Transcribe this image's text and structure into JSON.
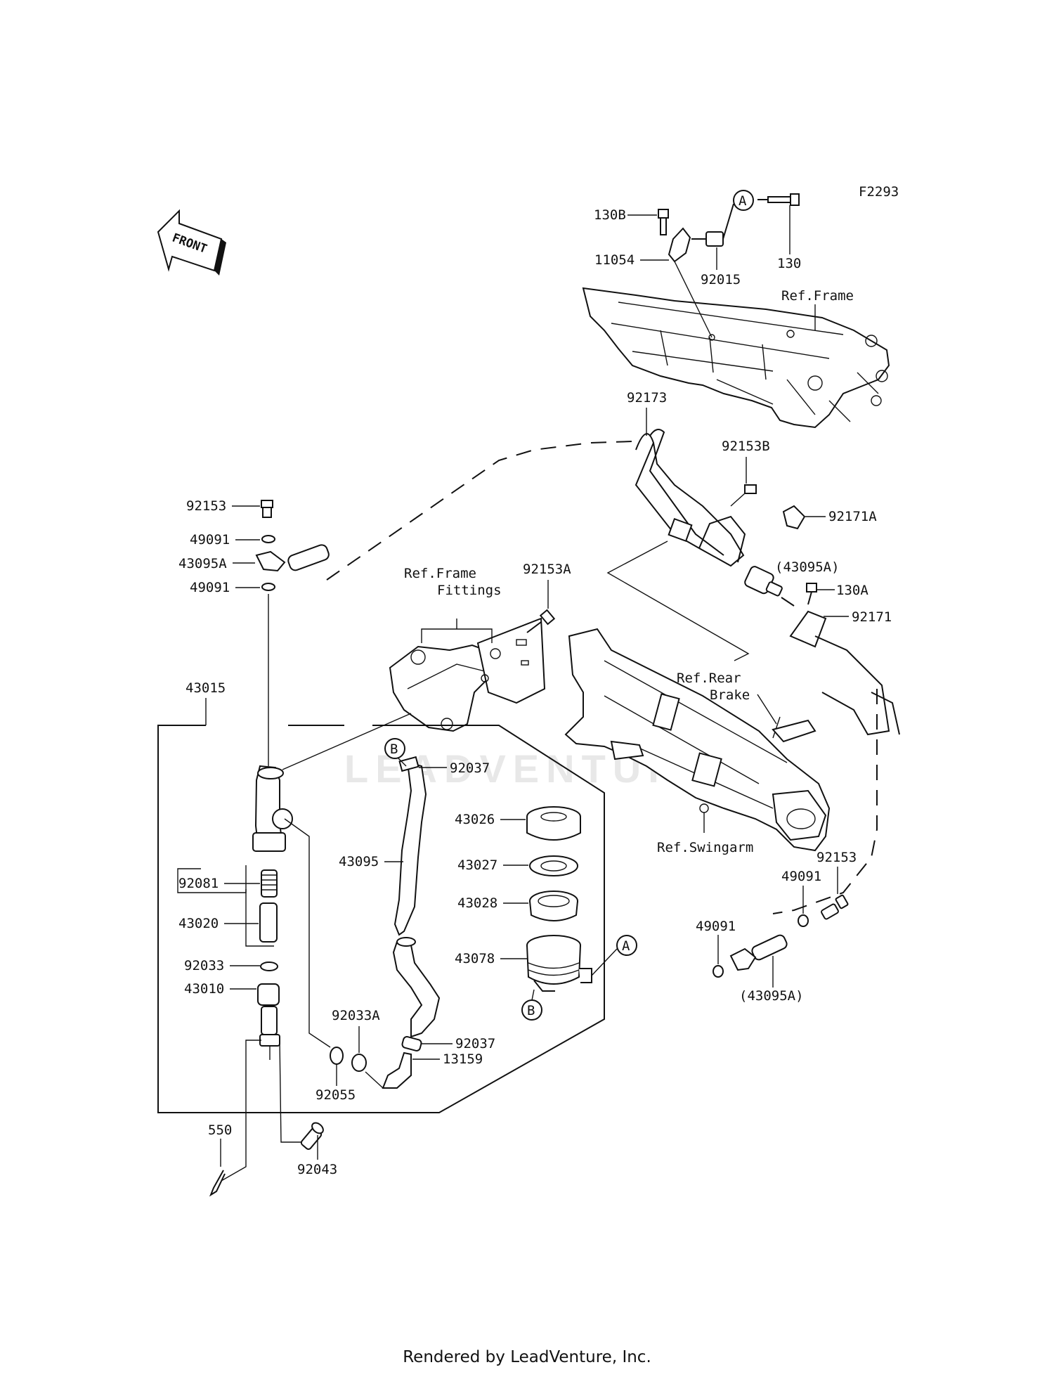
{
  "figure_code": "F2293",
  "front_label": "FRONT",
  "watermark": "LEADVENTURE",
  "footer": "Rendered by LeadVenture, Inc.",
  "callouts": {
    "A": "A",
    "B": "B"
  },
  "references": {
    "frame": "Ref.Frame",
    "frame_fittings_1": "Ref.Frame",
    "frame_fittings_2": "Fittings",
    "rear_brake_1": "Ref.Rear",
    "rear_brake_2": "Brake",
    "swingarm": "Ref.Swingarm"
  },
  "parts": {
    "p130B": "130B",
    "p11054": "11054",
    "p92015": "92015",
    "p130": "130",
    "p92173": "92173",
    "p92153B": "92153B",
    "p92171A": "92171A",
    "p43095A_top_right": "(43095A)",
    "p130A": "130A",
    "p92171": "92171",
    "p92153_top": "92153",
    "p49091_a": "49091",
    "p43095A": "43095A",
    "p49091_b": "49091",
    "p92153A": "92153A",
    "p43015": "43015",
    "p92037_top": "92037",
    "p43026": "43026",
    "p43095": "43095",
    "p43027": "43027",
    "p43028": "43028",
    "p92081": "92081",
    "p43020": "43020",
    "p43078": "43078",
    "p92033": "92033",
    "p43010": "43010",
    "p92033A": "92033A",
    "p92037_bottom": "92037",
    "p13159": "13159",
    "p92055": "92055",
    "p550": "550",
    "p92043": "92043",
    "p92153_right": "92153",
    "p49091_c": "49091",
    "p49091_d": "49091",
    "p43095A_bottom_right": "(43095A)"
  }
}
